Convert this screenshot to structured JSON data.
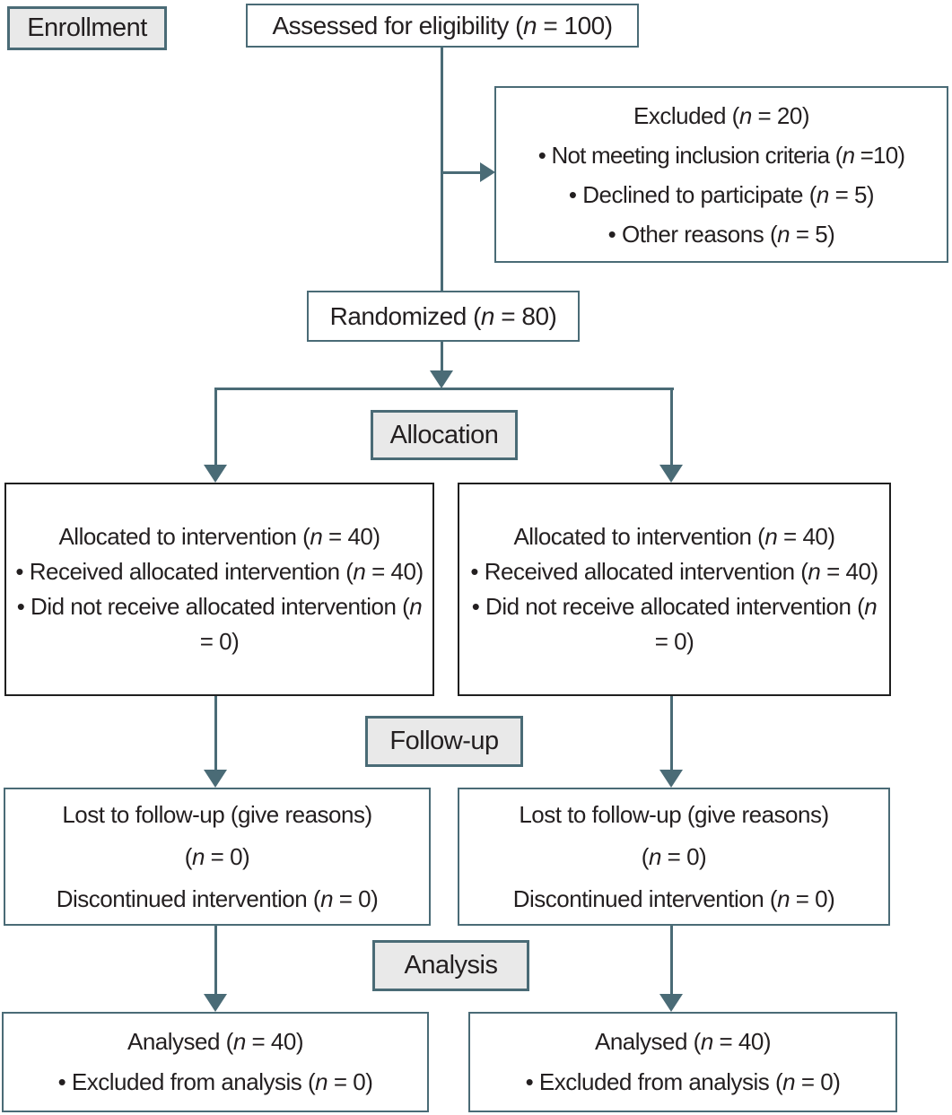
{
  "palette": {
    "connector_line": "#4a6b76",
    "stage_label_fill": "#e9e9e9",
    "box_border": "#4a6b76",
    "allocation_box_border": "#1f1f1f",
    "text": "#231f20"
  },
  "stages": {
    "enrollment": "Enrollment",
    "allocation": "Allocation",
    "followup": "Follow-up",
    "analysis": "Analysis"
  },
  "boxes": {
    "assessed": "Assessed for eligibility (n = 100)",
    "excluded": {
      "title": "Excluded (n = 20)",
      "items": [
        "• Not meeting inclusion criteria (n =10)",
        "• Declined to participate (n = 5)",
        "• Other reasons (n = 5)"
      ]
    },
    "randomized": "Randomized (n = 80)",
    "arm_left": {
      "allocated": {
        "title": "Allocated to intervention (n = 40)",
        "items": [
          "• Received allocated intervention (n = 40)",
          "• Did not receive allocated intervention (n = 0)"
        ]
      },
      "followup": {
        "lines": [
          "Lost to follow-up (give reasons)",
          "(n = 0)",
          "Discontinued intervention (n = 0)"
        ]
      },
      "analysis": {
        "title": "Analysed (n = 40)",
        "items": [
          "• Excluded from analysis (n = 0)"
        ]
      }
    },
    "arm_right": {
      "allocated": {
        "title": "Allocated to intervention (n = 40)",
        "items": [
          "• Received allocated intervention (n = 40)",
          "• Did not receive allocated intervention (n = 0)"
        ]
      },
      "followup": {
        "lines": [
          "Lost to follow-up (give reasons)",
          "(n = 0)",
          "Discontinued intervention (n = 0)"
        ]
      },
      "analysis": {
        "title": "Analysed (n = 40)",
        "items": [
          "• Excluded from analysis (n = 0)"
        ]
      }
    }
  }
}
